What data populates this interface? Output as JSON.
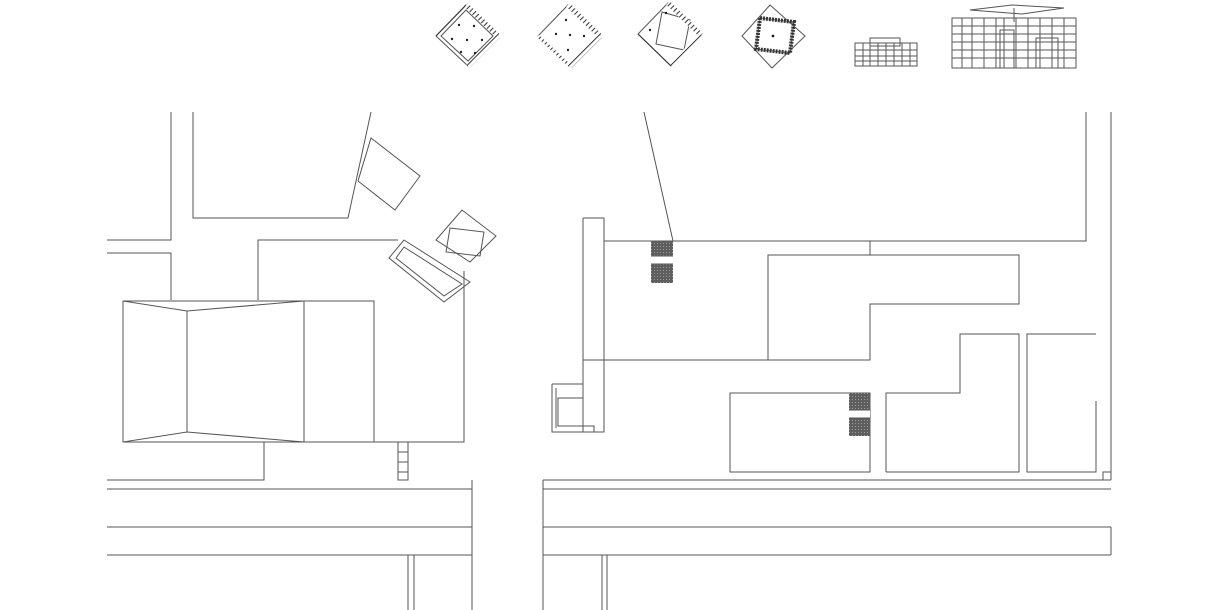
{
  "drawing": {
    "type": "architectural-site-plan",
    "background": "#ffffff",
    "line_color": "#555555",
    "hatch_color": "#6b6b6b",
    "text_labels": []
  },
  "thumbnails": [
    {
      "name": "rotated-square-dots",
      "icon": "diamond-grid"
    },
    {
      "name": "rotated-square-dots-2",
      "icon": "diamond-grid"
    },
    {
      "name": "rotated-square-inset",
      "icon": "diamond-inset"
    },
    {
      "name": "rotated-square-frame",
      "icon": "diamond-frame"
    },
    {
      "name": "small-elevation",
      "icon": "building-elevation"
    },
    {
      "name": "large-perspective",
      "icon": "building-perspective"
    }
  ]
}
